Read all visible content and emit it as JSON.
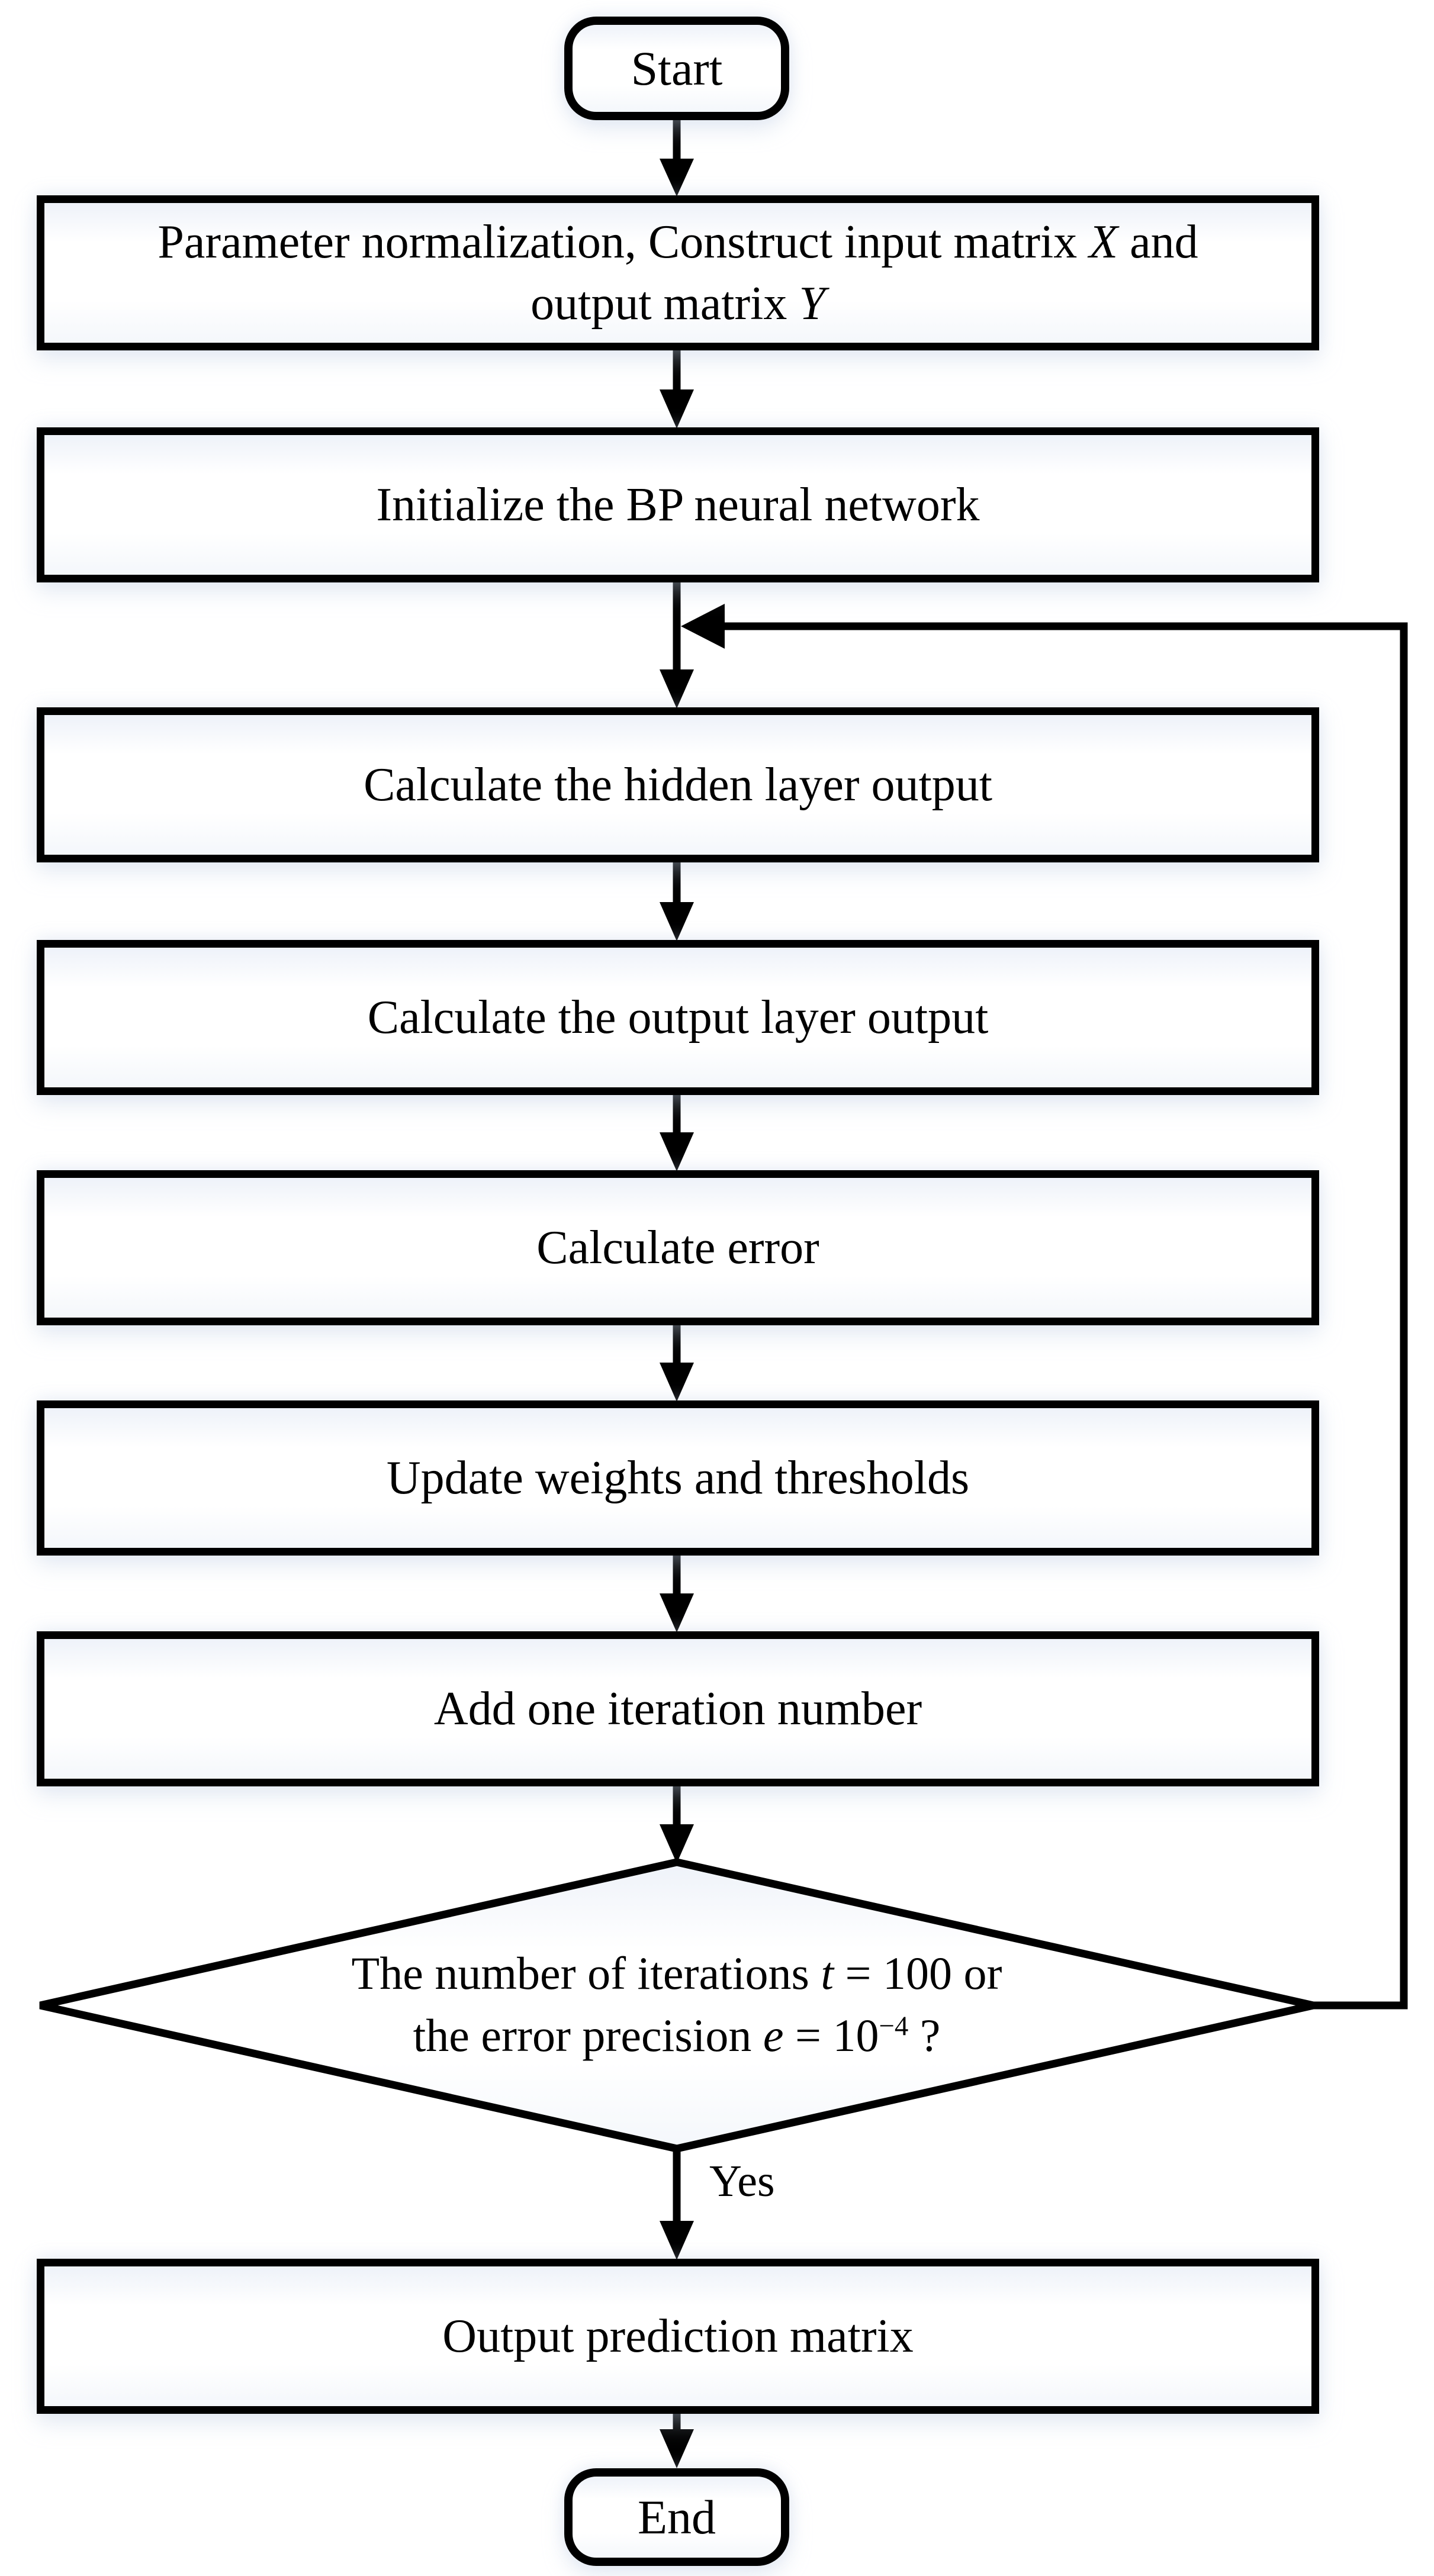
{
  "flowchart": {
    "nodes": {
      "start": {
        "label": "Start"
      },
      "normalize": {
        "lines": [
          [
            {
              "t": "Parameter normalization, Construct input matrix "
            },
            {
              "t": "X",
              "i": 1
            },
            {
              "t": " and"
            }
          ],
          [
            {
              "t": "output matrix "
            },
            {
              "t": "Y",
              "i": 1
            }
          ]
        ]
      },
      "initialize": {
        "label": "Initialize the BP neural network"
      },
      "hidden_output": {
        "label": "Calculate the hidden layer output"
      },
      "output_layer": {
        "label": "Calculate the output layer output"
      },
      "calc_error": {
        "label": "Calculate error"
      },
      "update_weights": {
        "label": "Update weights and thresholds"
      },
      "add_iteration": {
        "label": "Add one iteration number"
      },
      "decision": {
        "lines": [
          [
            {
              "t": "The number of iterations "
            },
            {
              "t": "t",
              "i": 1
            },
            {
              "t": " = 100 or"
            }
          ],
          [
            {
              "t": "the error precision "
            },
            {
              "t": "e",
              "i": 1
            },
            {
              "t": " = 10"
            },
            {
              "t": "−4",
              "sup": 1
            },
            {
              "t": " ?"
            }
          ]
        ]
      },
      "output_matrix": {
        "label": "Output prediction matrix"
      },
      "end": {
        "label": "End"
      }
    },
    "edge_labels": {
      "yes": "Yes"
    },
    "colors": {
      "line": "#000000",
      "box_fill": "#ffffff",
      "box_tint_top": "#eef2f9",
      "box_tint_bottom": "#f4f7fb"
    }
  }
}
